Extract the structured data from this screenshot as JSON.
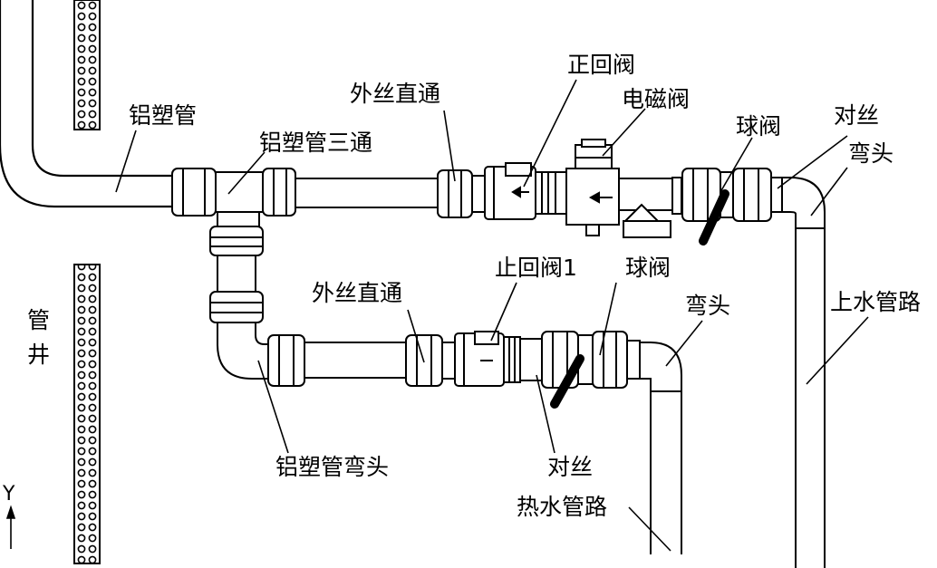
{
  "labels": {
    "pipe": "铝塑管",
    "tee": "铝塑管三通",
    "coupling_top": "外丝直通",
    "check_valve_top": "正回阀",
    "solenoid_valve": "电磁阀",
    "ball_valve_top": "球阀",
    "nipple_top": "对丝",
    "elbow_top": "弯头",
    "supply_line": "上水管路",
    "shaft_1": "管",
    "shaft_2": "井",
    "coupling_bottom": "外丝直通",
    "check_valve_bottom": "止回阀1",
    "ball_valve_bottom": "球阀",
    "elbow_bottom": "弯头",
    "elbow_pipe": "铝塑管弯头",
    "nipple_bottom": "对丝",
    "hot_line": "热水管路",
    "axis": "Y"
  },
  "colors": {
    "stroke": "#000000",
    "background": "#ffffff"
  }
}
